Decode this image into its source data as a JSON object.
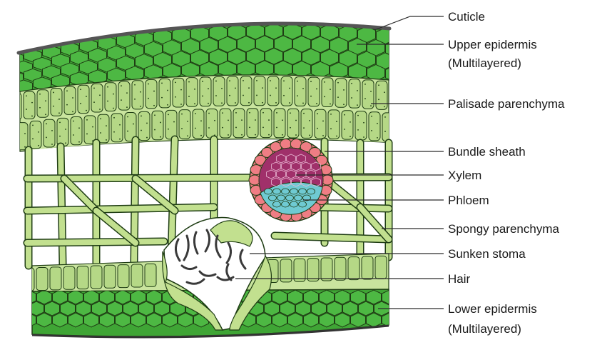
{
  "labels": {
    "cuticle": "Cuticle",
    "upper_epidermis_1": "Upper epidermis",
    "upper_epidermis_2": "(Multilayered)",
    "palisade": "Palisade parenchyma",
    "bundle_sheath": "Bundle sheath",
    "xylem": "Xylem",
    "phloem": "Phloem",
    "spongy": "Spongy parenchyma",
    "sunken_stoma": "Sunken stoma",
    "hair": "Hair",
    "lower_epidermis_1": "Lower epidermis",
    "lower_epidermis_2": "(Multilayered)"
  },
  "colors": {
    "epidermis": "#3fa535",
    "epidermis_light": "#4db843",
    "palisade": "#b5d886",
    "spongy": "#c2e08f",
    "cell_edge": "#1f3d14",
    "bundle_sheath": "#ef7d84",
    "xylem": "#a0306a",
    "phloem": "#6fcad2",
    "cuticle": "#555555",
    "hair": "#3a3a3a"
  }
}
